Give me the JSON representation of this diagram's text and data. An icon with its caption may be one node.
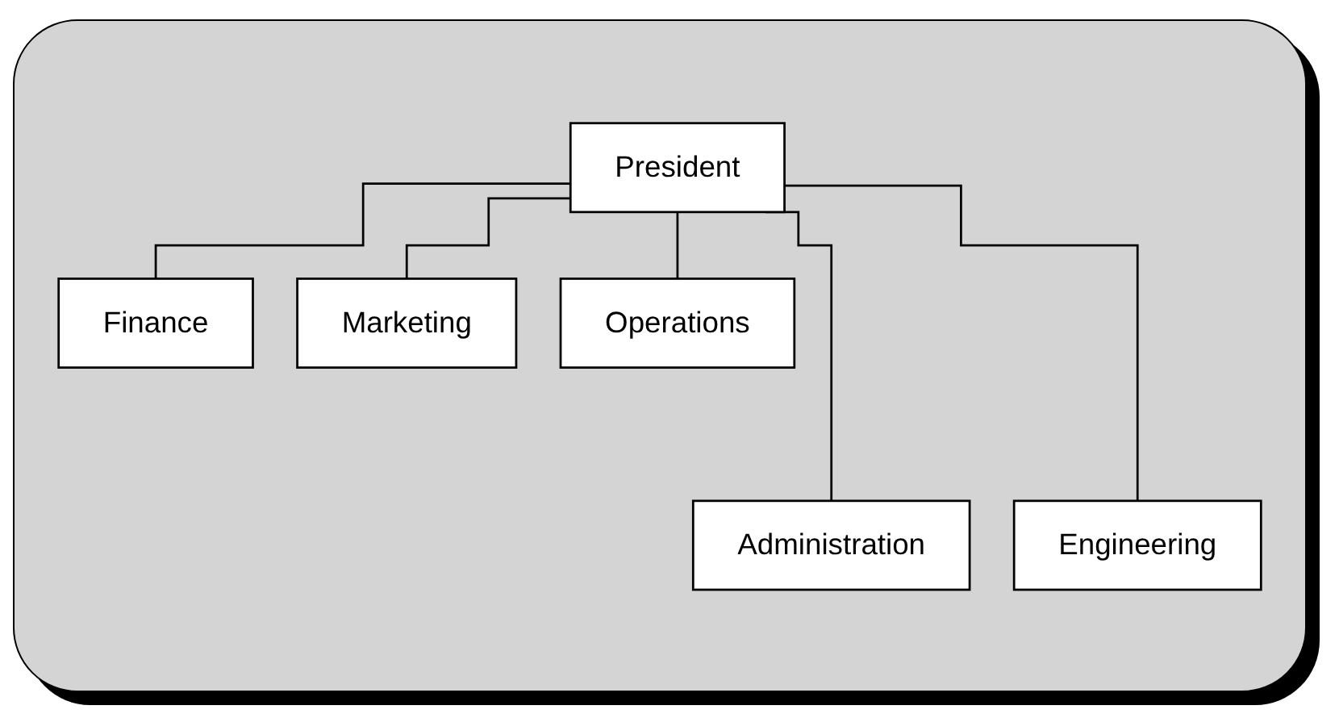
{
  "diagram": {
    "nodes": [
      {
        "text": [
          "President"
        ]
      },
      {
        "text": [
          "Finance"
        ]
      },
      {
        "text": [
          "Marketing"
        ]
      },
      {
        "text": [
          "Operations"
        ]
      },
      {
        "text": [
          "Administration"
        ]
      },
      {
        "text": [
          "Engineering"
        ]
      }
    ],
    "edges": [
      {
        "from": 0,
        "to": 1,
        "arrow": "none"
      },
      {
        "from": 0,
        "to": 4,
        "arrow": "none"
      },
      {
        "from": 0,
        "to": 2,
        "arrow": "none"
      },
      {
        "from": 0,
        "to": 5,
        "arrow": "none"
      },
      {
        "from": 0,
        "to": 3,
        "arrow": "none"
      }
    ]
  }
}
